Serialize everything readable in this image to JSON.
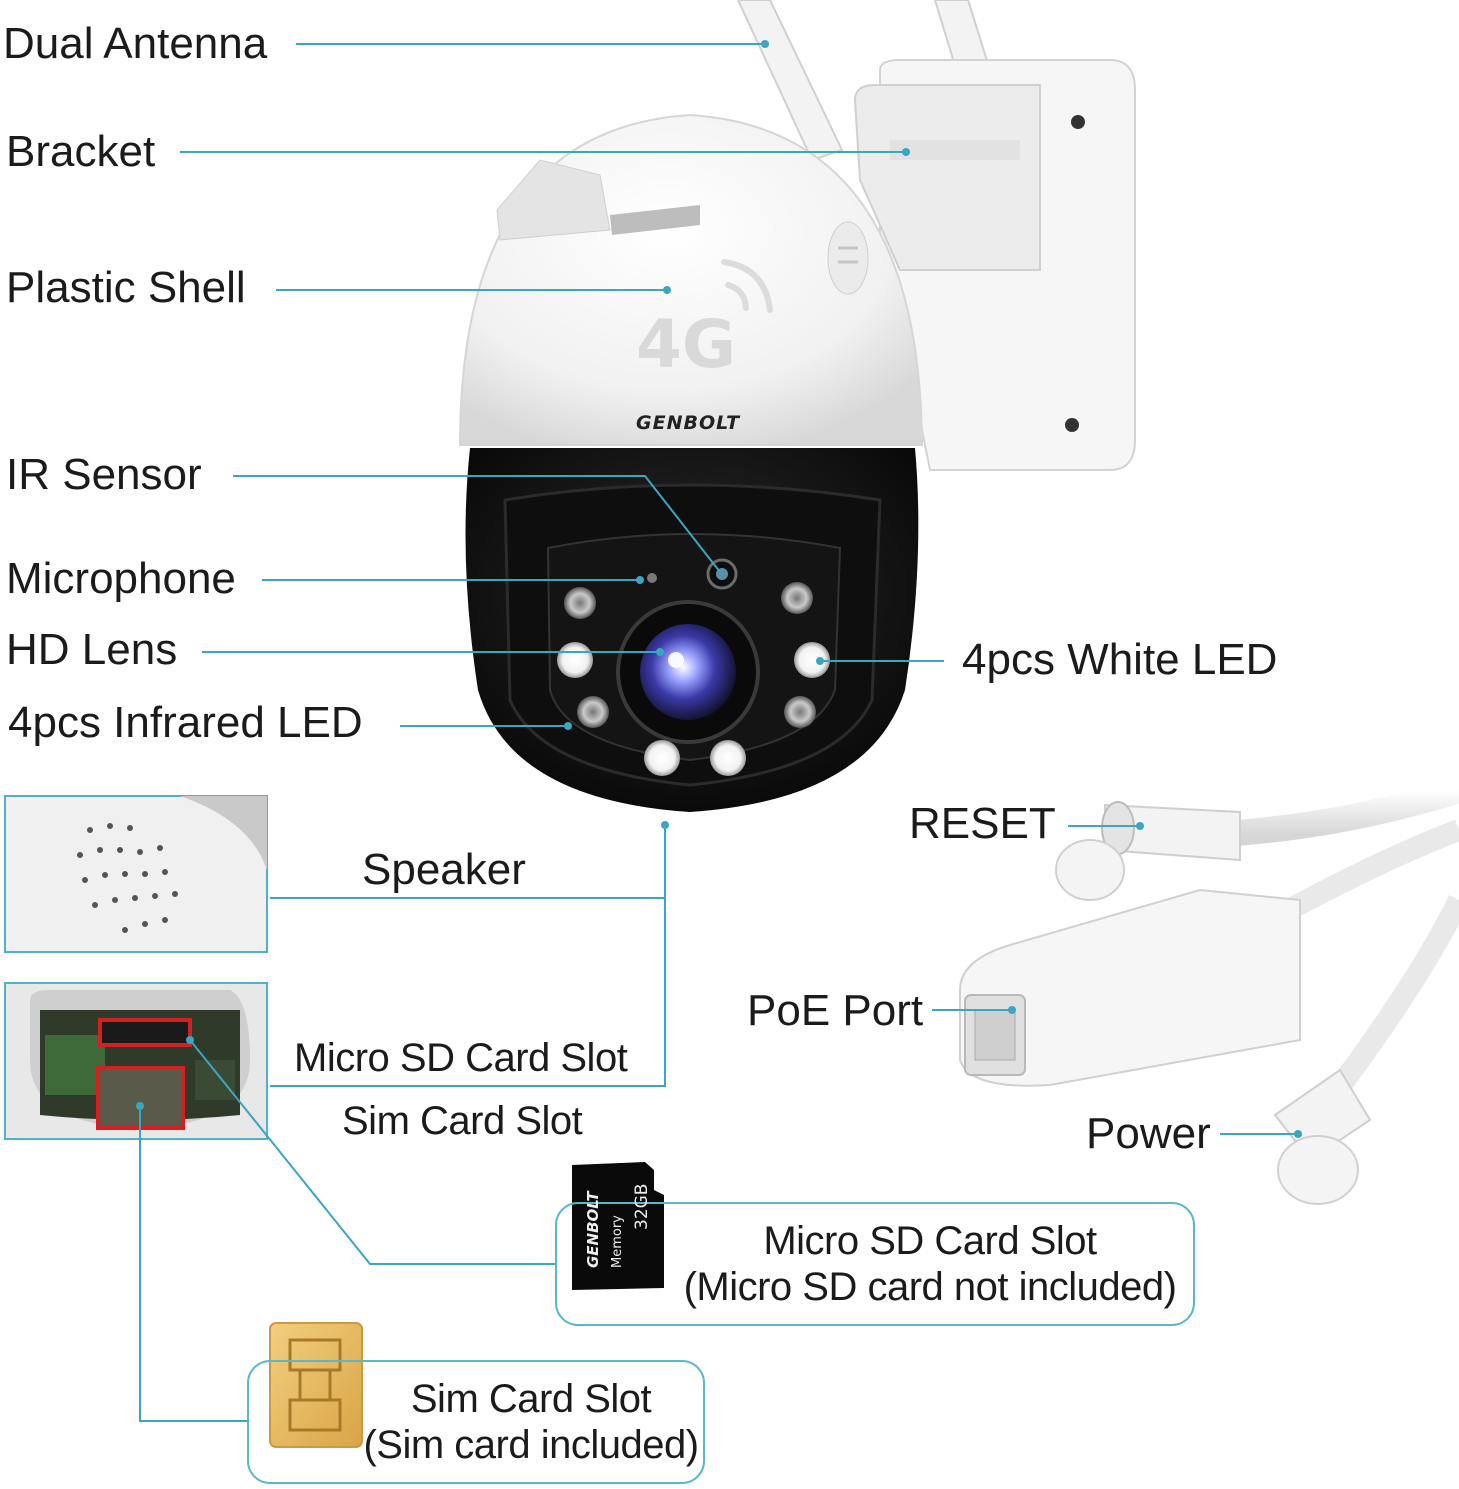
{
  "labels": {
    "dual_antenna": "Dual Antenna",
    "bracket": "Bracket",
    "plastic_shell": "Plastic Shell",
    "ir_sensor": "IR Sensor",
    "microphone": "Microphone",
    "hd_lens": "HD Lens",
    "infrared_led": "4pcs Infrared LED",
    "white_led": "4pcs White LED",
    "reset": "RESET",
    "speaker": "Speaker",
    "poe_port": "PoE Port",
    "micro_sd_slot": "Micro SD Card Slot",
    "sim_slot": "Sim Card Slot",
    "power": "Power"
  },
  "boxes": {
    "sd_title": "Micro SD Card Slot",
    "sd_note": "(Micro SD card not included)",
    "sim_title": "Sim Card Slot",
    "sim_note": "(Sim card included)"
  },
  "product": {
    "brand": "GENBOLT",
    "network": "4G",
    "sd_card_brand": "GENBOLT",
    "sd_card_capacity": "32GB",
    "sd_card_memory": "Memory"
  },
  "colors": {
    "leader_line": "#3aa6bf",
    "box_border": "#5bb8cc",
    "camera_black": "#111111",
    "shell_white": "#f4f4f4",
    "sim_gold": "#e6b75a",
    "slot_highlight": "#d42020"
  },
  "icons": [
    "antenna-icon",
    "camera-dome-icon",
    "lens-icon",
    "led-icon",
    "speaker-grille-icon",
    "sd-card-icon",
    "sim-card-icon",
    "cable-connector-icon"
  ]
}
